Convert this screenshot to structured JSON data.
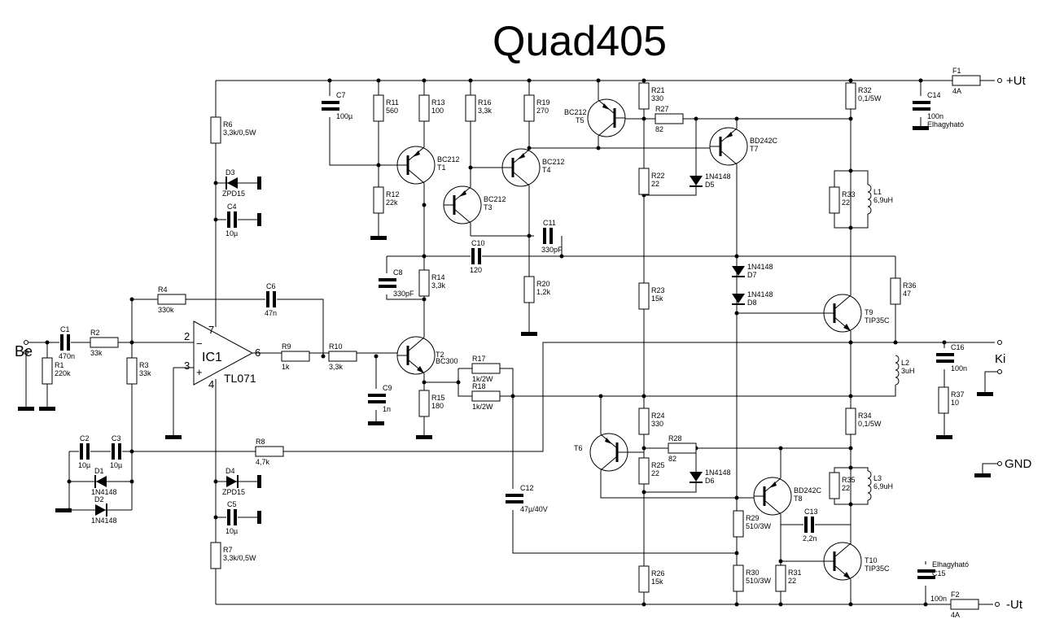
{
  "title": "Quad405",
  "terminals": {
    "input": "Be",
    "output": "Ki",
    "positive_supply": "+Ut",
    "negative_supply": "-Ut",
    "ground": "GND"
  },
  "opamp": {
    "ref": "IC1",
    "model": "TL071",
    "pins": {
      "inv": "2",
      "noninv": "3",
      "out": "6",
      "vplus": "7",
      "vminus": "4"
    },
    "minus_sign": "−",
    "plus_sign": "+"
  },
  "components": {
    "R1": {
      "ref": "R1",
      "value": "220k"
    },
    "R2": {
      "ref": "R2",
      "value": "33k"
    },
    "R3": {
      "ref": "R3",
      "value": "33k"
    },
    "R4": {
      "ref": "R4",
      "value": "330k"
    },
    "R6": {
      "ref": "R6",
      "value": "3,3k/0,5W"
    },
    "R7": {
      "ref": "R7",
      "value": "3,3k/0,5W"
    },
    "R8": {
      "ref": "R8",
      "value": "4,7k"
    },
    "R9": {
      "ref": "R9",
      "value": "1k"
    },
    "R10": {
      "ref": "R10",
      "value": "3,3k"
    },
    "R11": {
      "ref": "R11",
      "value": "560"
    },
    "R12": {
      "ref": "R12",
      "value": "22k"
    },
    "R13": {
      "ref": "R13",
      "value": "100"
    },
    "R14": {
      "ref": "R14",
      "value": "3,3k"
    },
    "R15": {
      "ref": "R15",
      "value": "180"
    },
    "R16": {
      "ref": "R16",
      "value": "3,3k"
    },
    "R17": {
      "ref": "R17",
      "value": "1k/2W"
    },
    "R18": {
      "ref": "R18",
      "value": "1k/2W"
    },
    "R19": {
      "ref": "R19",
      "value": "270"
    },
    "R20": {
      "ref": "R20",
      "value": "1,2k"
    },
    "R21": {
      "ref": "R21",
      "value": "330"
    },
    "R22": {
      "ref": "R22",
      "value": "22"
    },
    "R23": {
      "ref": "R23",
      "value": "15k"
    },
    "R24": {
      "ref": "R24",
      "value": "330"
    },
    "R25": {
      "ref": "R25",
      "value": "22"
    },
    "R26": {
      "ref": "R26",
      "value": "15k"
    },
    "R27": {
      "ref": "R27",
      "value": "82"
    },
    "R28": {
      "ref": "R28",
      "value": "82"
    },
    "R29": {
      "ref": "R29",
      "value": "510/3W"
    },
    "R30": {
      "ref": "R30",
      "value": "510/3W"
    },
    "R31": {
      "ref": "R31",
      "value": "22"
    },
    "R32": {
      "ref": "R32",
      "value": "0,1/5W"
    },
    "R33": {
      "ref": "R33",
      "value": "22"
    },
    "R34": {
      "ref": "R34",
      "value": "0,1/5W"
    },
    "R35": {
      "ref": "R35",
      "value": "22"
    },
    "R36": {
      "ref": "R36",
      "value": "47"
    },
    "R37": {
      "ref": "R37",
      "value": "10"
    },
    "C1": {
      "ref": "C1",
      "value": "470n"
    },
    "C2": {
      "ref": "C2",
      "value": "10µ"
    },
    "C3": {
      "ref": "C3",
      "value": "10µ"
    },
    "C4": {
      "ref": "C4",
      "value": "10µ"
    },
    "C5": {
      "ref": "C5",
      "value": "10µ"
    },
    "C6": {
      "ref": "C6",
      "value": "47n"
    },
    "C7": {
      "ref": "C7",
      "value": "100µ"
    },
    "C8": {
      "ref": "C8",
      "value": "330pF"
    },
    "C9": {
      "ref": "C9",
      "value": "1n"
    },
    "C10": {
      "ref": "C10",
      "value": "120"
    },
    "C11": {
      "ref": "C11",
      "value": "330pF"
    },
    "C12": {
      "ref": "C12",
      "value": "47µ/40V"
    },
    "C13": {
      "ref": "C13",
      "value": "2,2n"
    },
    "C14": {
      "ref": "C14",
      "value": "100n",
      "note": "Elhagyható"
    },
    "C15": {
      "ref": "C15",
      "value": "100n",
      "note": "Elhagyható"
    },
    "C16": {
      "ref": "C16",
      "value": "100n"
    },
    "D1": {
      "ref": "D1",
      "value": "1N4148"
    },
    "D2": {
      "ref": "D2",
      "value": "1N4148"
    },
    "D3": {
      "ref": "D3",
      "value": "ZPD15"
    },
    "D4": {
      "ref": "D4",
      "value": "ZPD15"
    },
    "D5": {
      "ref": "D5",
      "value": "1N4148"
    },
    "D6": {
      "ref": "D6",
      "value": "1N4148"
    },
    "D7": {
      "ref": "D7",
      "value": "1N4148"
    },
    "D8": {
      "ref": "D8",
      "value": "1N4148"
    },
    "T1": {
      "ref": "T1",
      "value": "BC212"
    },
    "T2": {
      "ref": "T2",
      "value": "BC300"
    },
    "T3": {
      "ref": "T3",
      "value": "BC212"
    },
    "T4": {
      "ref": "T4",
      "value": "BC212"
    },
    "T5": {
      "ref": "T5",
      "value": "BC212"
    },
    "T6": {
      "ref": "T6"
    },
    "T7": {
      "ref": "T7",
      "value": "BD242C"
    },
    "T8": {
      "ref": "T8",
      "value": "BD242C"
    },
    "T9": {
      "ref": "T9",
      "value": "TIP35C"
    },
    "T10": {
      "ref": "T10",
      "value": "TIP35C"
    },
    "L1": {
      "ref": "L1",
      "value": "6,9uH"
    },
    "L2": {
      "ref": "L2",
      "value": "3uH"
    },
    "L3": {
      "ref": "L3",
      "value": "6,9uH"
    },
    "F1": {
      "ref": "F1",
      "value": "4A"
    },
    "F2": {
      "ref": "F2",
      "value": "4A"
    }
  }
}
